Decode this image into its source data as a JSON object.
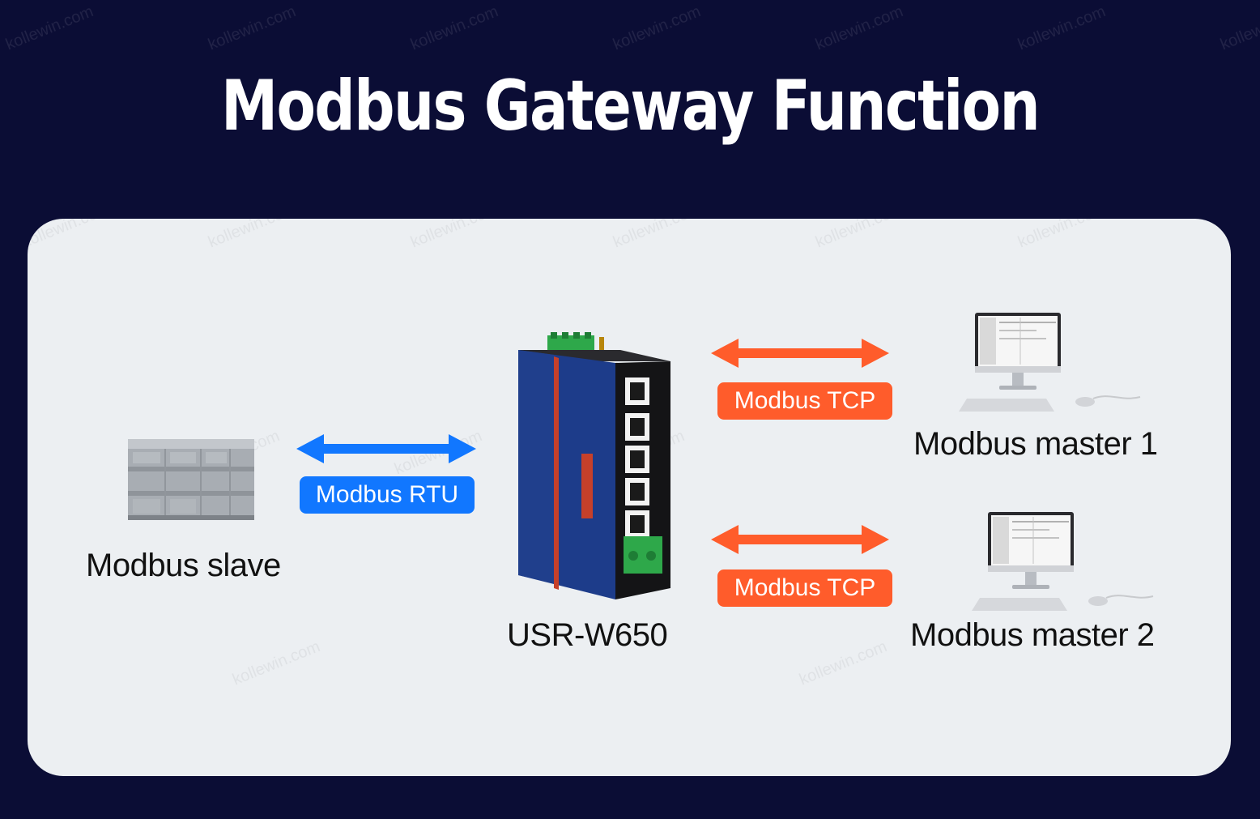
{
  "title": "Modbus Gateway Function",
  "watermark": "kollewin.com",
  "colors": {
    "background": "#0b0d35",
    "panel": "#eceff2",
    "rtu": "#1177ff",
    "tcp": "#ff5c2b"
  },
  "nodes": {
    "slave": {
      "label": "Modbus slave",
      "icon": "plc-device-icon"
    },
    "gateway": {
      "label": "USR-W650",
      "icon": "industrial-router-icon"
    },
    "master1": {
      "label": "Modbus master 1",
      "icon": "desktop-computer-icon"
    },
    "master2": {
      "label": "Modbus master 2",
      "icon": "desktop-computer-icon"
    }
  },
  "links": {
    "rtu": {
      "label": "Modbus RTU",
      "direction": "bidirectional"
    },
    "tcp1": {
      "label": "Modbus TCP",
      "direction": "bidirectional"
    },
    "tcp2": {
      "label": "Modbus TCP",
      "direction": "bidirectional"
    }
  }
}
